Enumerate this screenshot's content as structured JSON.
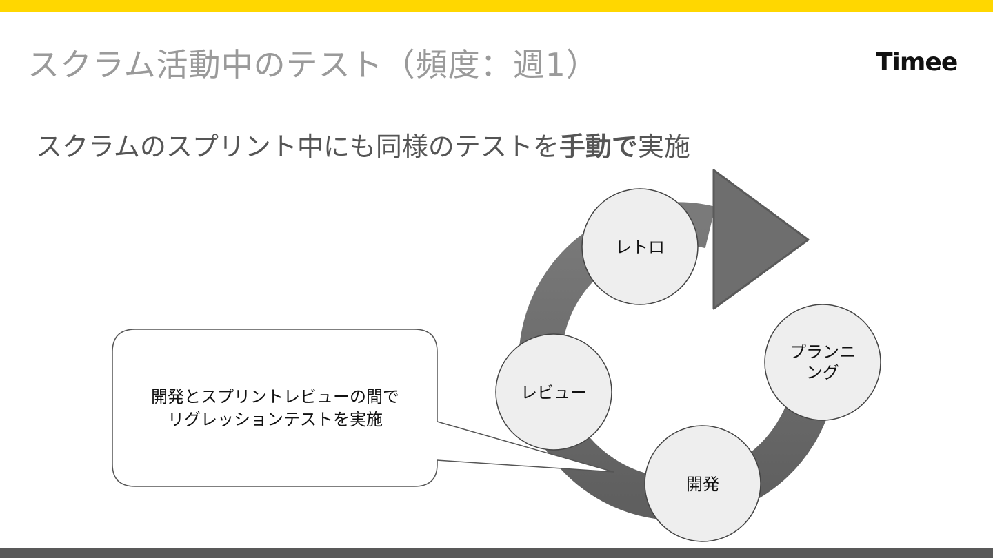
{
  "slide": {
    "title": "スクラム活動中のテスト（頻度：週1）",
    "logo": "Timee",
    "subtitle_normal_1": "スクラムのスプリント中にも同様のテストを",
    "subtitle_bold": "手動で",
    "subtitle_normal_2": "実施"
  },
  "cycle": {
    "stages": [
      "レトロ",
      "プランニ",
      "ング",
      "開発",
      "レビュー"
    ]
  },
  "callout": {
    "line1": "開発とスプリントレビューの間で",
    "line2": "リグレッションテストを実施"
  },
  "colors": {
    "accent_bar": "#FFD700",
    "footer_bar": "#595959",
    "arrow": "#6e6e6e",
    "circle_fill": "#eeeeee"
  }
}
